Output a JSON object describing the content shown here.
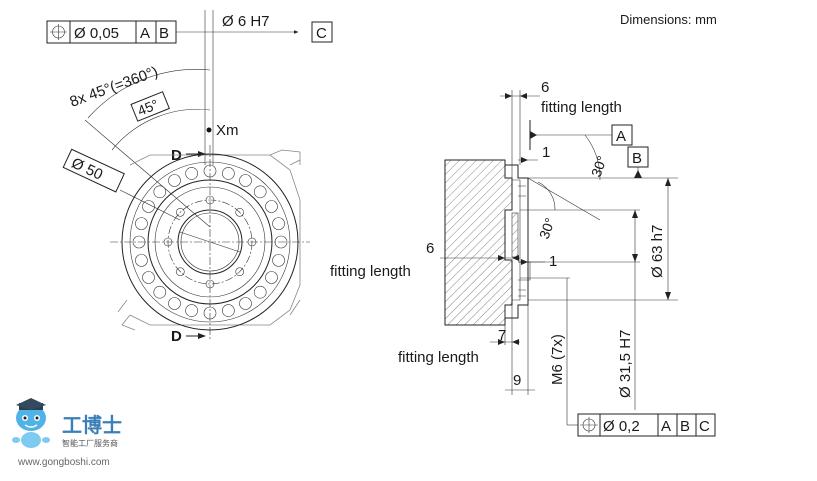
{
  "header": {
    "units": "Dimensions: mm"
  },
  "left_view": {
    "tolerance_frame": {
      "symbol": "position-icon",
      "value": "Ø 0,05",
      "refs": [
        "A",
        "B"
      ]
    },
    "bore_callout": "Ø 6 H7",
    "datum_c": "C",
    "angle_pattern": "8x 45°(=360°)",
    "angle_single": "45°",
    "xm_label": "Xm",
    "section_top": "D",
    "section_bottom": "D",
    "diameter_50": "Ø 50"
  },
  "right_view": {
    "fit6_top": {
      "value": "6",
      "label": "fitting length"
    },
    "datum_a": "A",
    "datum_b": "B",
    "dim_1_top": "1",
    "angle_30_top": "30°",
    "angle_30_mid": "30°",
    "dim_63": "Ø 63 h7",
    "fit6_left": {
      "value": "6",
      "label": "fitting length"
    },
    "dim_1_mid": "1",
    "fit7": {
      "value": "7",
      "label": "fitting length"
    },
    "m6": "M6 (7x)",
    "dim_31": "Ø 31,5 H7",
    "dim_9": "9",
    "tolerance_frame": {
      "symbol": "position-icon",
      "value": "Ø 0,2",
      "refs": [
        "A",
        "B",
        "C"
      ]
    }
  },
  "watermark": {
    "name": "工博士",
    "tagline": "智能工厂服务商",
    "url": "www.gongboshi.com"
  }
}
